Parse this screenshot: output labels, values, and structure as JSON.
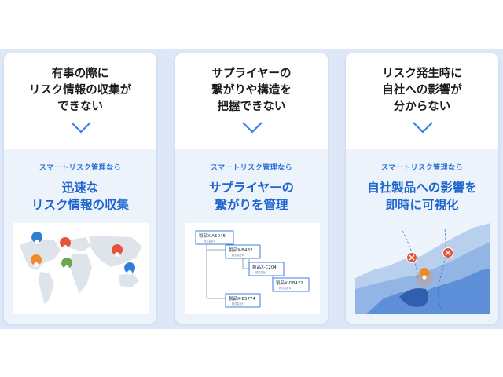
{
  "cards": [
    {
      "problem": "有事の際に\nリスク情報の収集が\nできない",
      "lead": "スマートリスク管理なら",
      "solution": "迅速な\nリスク情報の収集"
    },
    {
      "problem": "サプライヤーの\n繋がりや構造を\n把握できない",
      "lead": "スマートリスク管理なら",
      "solution": "サプライヤーの\n繋がりを管理",
      "tree_nodes": [
        {
          "name": "製品X-A5045",
          "sub": "株式会社A"
        },
        {
          "name": "製品X-B482",
          "sub": "株式会社B"
        },
        {
          "name": "製品X-C204",
          "sub": "株式会社C"
        },
        {
          "name": "製品X-D8422",
          "sub": "株式会社D"
        },
        {
          "name": "製品X-E5774",
          "sub": "株式会社E"
        }
      ]
    },
    {
      "problem": "リスク発生時に\n自社への影響が\n分からない",
      "lead": "スマートリスク管理なら",
      "solution": "自社製品への影響を\n即時に可視化"
    }
  ],
  "icons": {
    "chevron": "chevron-down-icon",
    "pins": [
      "rain-pin-icon",
      "fire-pin-icon",
      "fire-pin-icon",
      "alert-pin-icon",
      "virus-pin-icon",
      "rain-pin-icon"
    ],
    "markers": [
      "x-marker-icon",
      "x-marker-icon",
      "factory-pin-icon"
    ]
  },
  "colors": {
    "band": "#dde7f7",
    "accent": "#2b73d9",
    "solution": "#1e64cf",
    "chevron": "#3b82e6",
    "pin_blue": "#2f7fd4",
    "pin_red": "#e5533d",
    "pin_orange": "#ef8a2c",
    "pin_green": "#6aa84f"
  }
}
